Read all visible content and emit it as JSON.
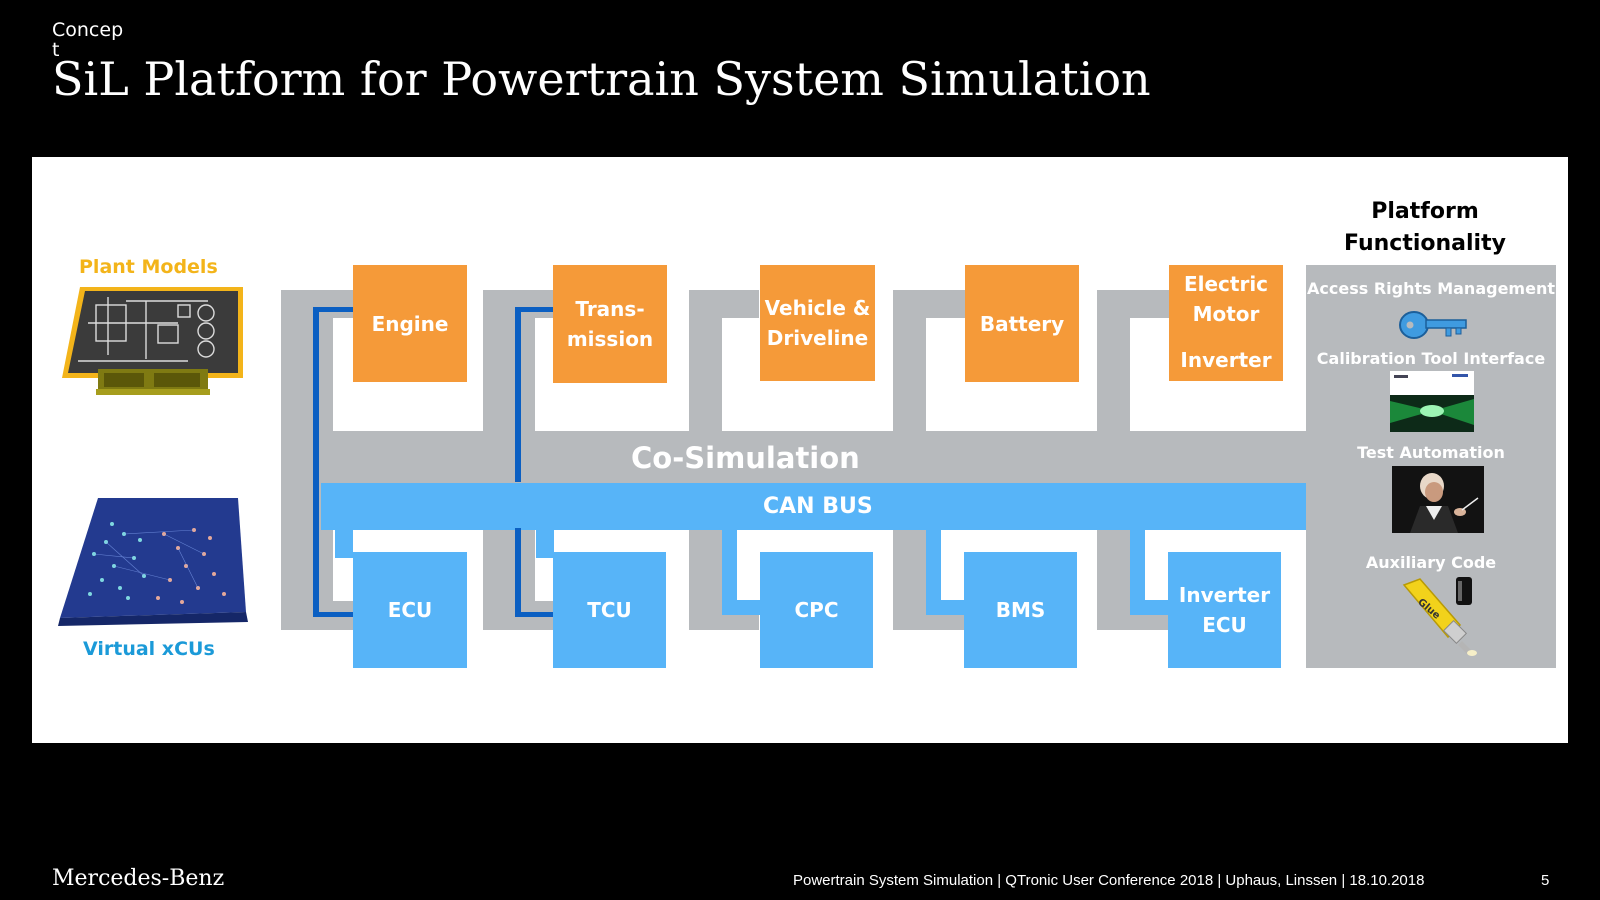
{
  "header": {
    "concept": "Concept",
    "title": "SiL Platform for Powertrain System Simulation"
  },
  "diagram": {
    "plant_models_label": "Plant Models",
    "virtual_xcus_label": "Virtual xCUs",
    "cosimulation_label": "Co-Simulation",
    "canbus_label": "CAN BUS",
    "plant_boxes": [
      {
        "line1": "Engine",
        "line2": ""
      },
      {
        "line1": "Trans-",
        "line2": "mission"
      },
      {
        "line1": "Vehicle &",
        "line2": "Driveline"
      },
      {
        "line1": "Battery",
        "line2": ""
      },
      {
        "line1": "Electric",
        "line2": "Motor",
        "line3": "Inverter"
      }
    ],
    "ecu_boxes": [
      {
        "line1": "ECU",
        "line2": ""
      },
      {
        "line1": "TCU",
        "line2": ""
      },
      {
        "line1": "CPC",
        "line2": ""
      },
      {
        "line1": "BMS",
        "line2": ""
      },
      {
        "line1": "Inverter",
        "line2": "ECU"
      }
    ],
    "platform": {
      "title_line1": "Platform",
      "title_line2": "Functionality",
      "items": [
        {
          "label": "Access Rights Management",
          "icon": "key-icon"
        },
        {
          "label": "Calibration Tool Interface",
          "icon": "calibration-tool-screenshot"
        },
        {
          "label": "Test Automation",
          "icon": "conductor-photo"
        },
        {
          "label": "Auxiliary Code",
          "icon": "glue-tube-icon"
        }
      ]
    },
    "colors": {
      "orange": "#f59a39",
      "light_blue": "#57b4f8",
      "dark_blue": "#0b5fc2",
      "gray": "#b7babd"
    }
  },
  "footer": {
    "brand": "Mercedes-Benz",
    "text": "Powertrain System Simulation | QTronic User Conference 2018 | Uphaus, Linssen | 18.10.2018",
    "page": "5"
  }
}
